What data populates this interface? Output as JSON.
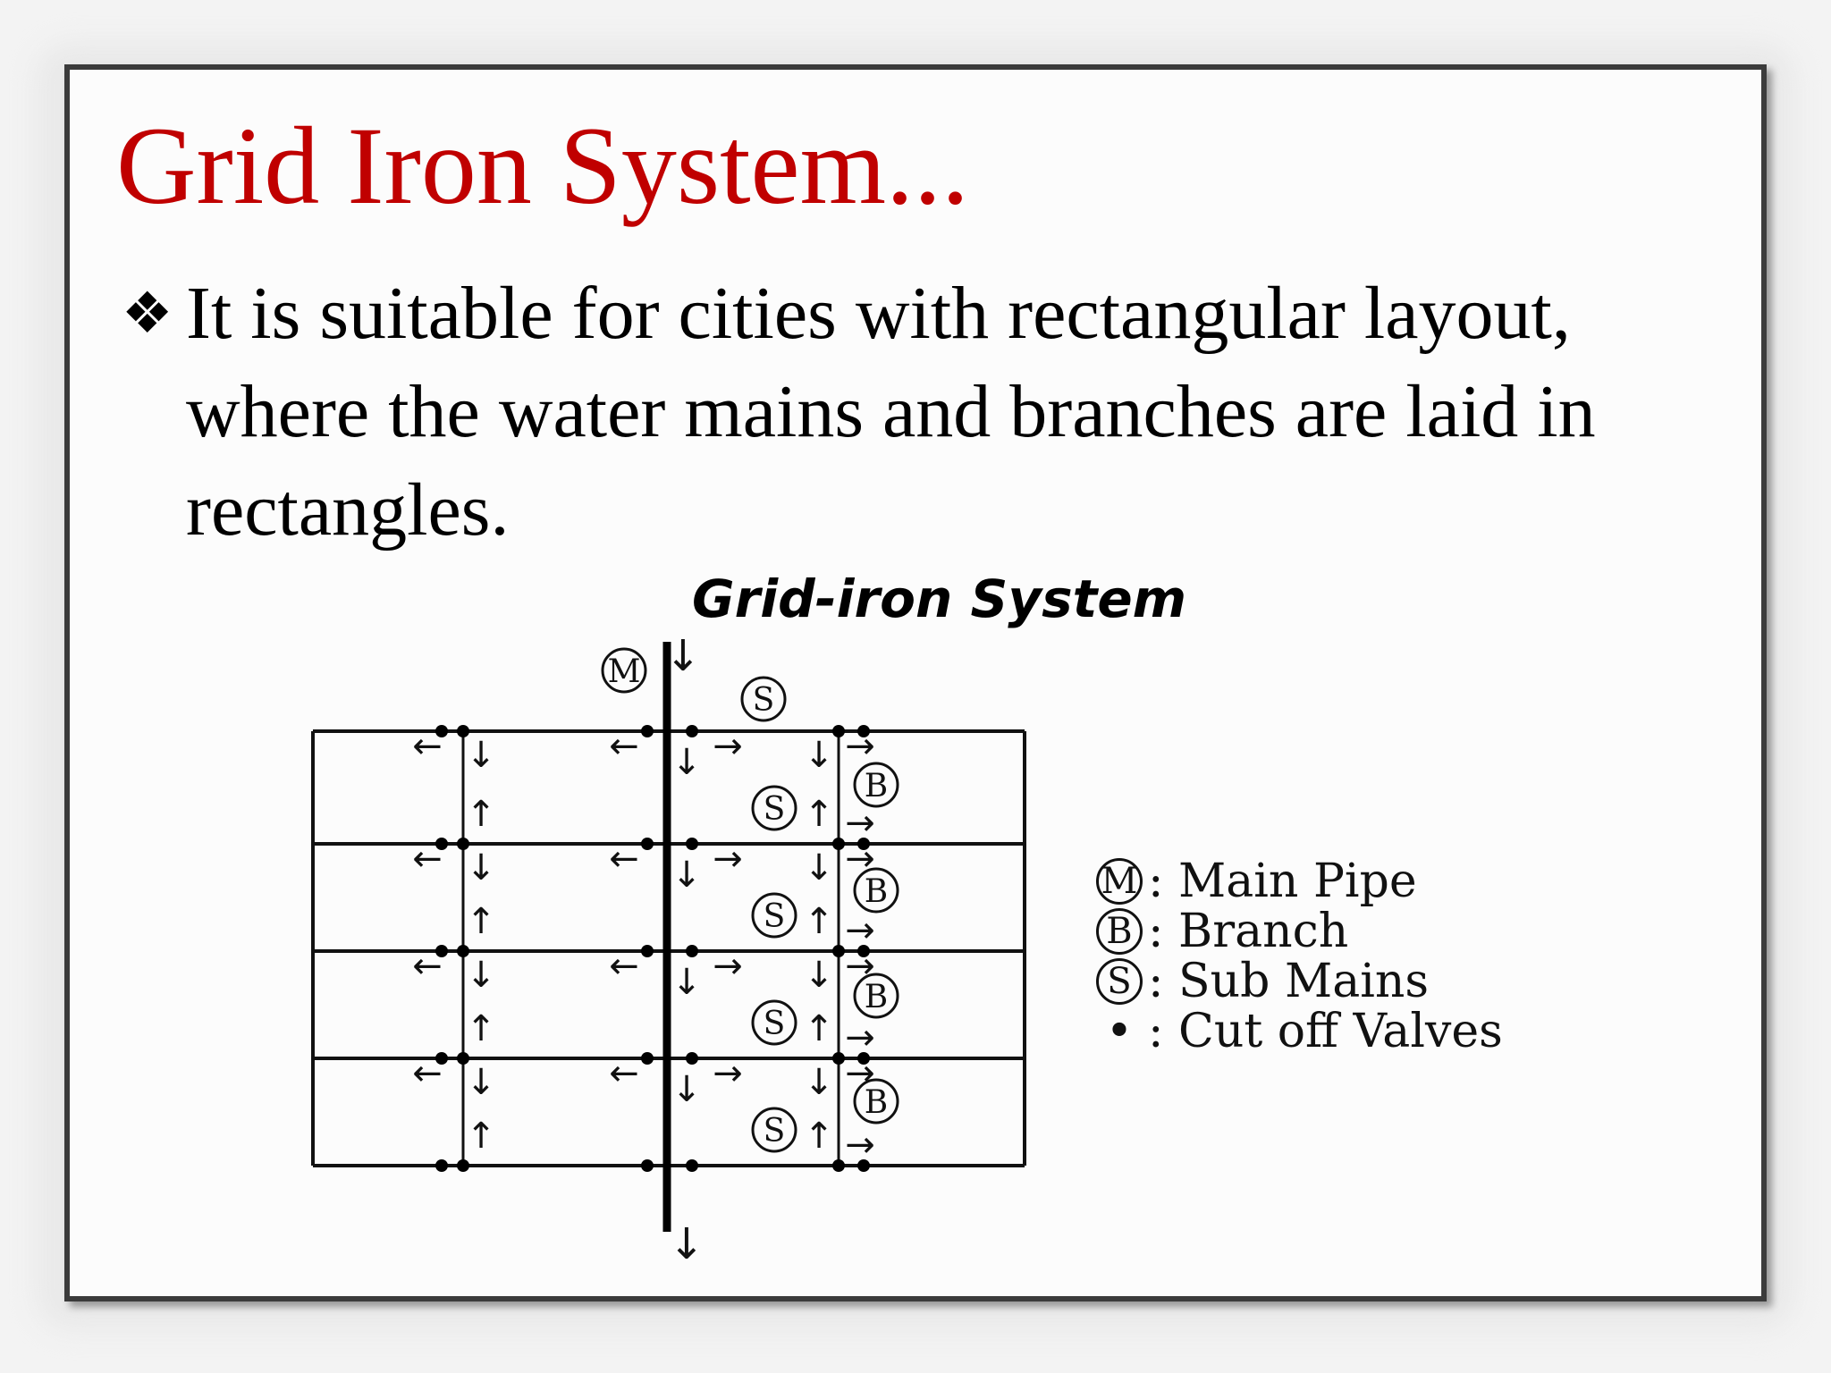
{
  "slide": {
    "title": "Grid Iron System...",
    "bullet_mark": "❖",
    "bullet_text": "It is suitable for cities with rectangular layout, where the water mains and branches are laid in rectangles."
  },
  "diagram": {
    "caption": "Grid-iron System",
    "labels": {
      "main": "M",
      "sub": "S",
      "branch": "B"
    },
    "legend": [
      {
        "symbol": "M",
        "text": ": Main Pipe"
      },
      {
        "symbol": "B",
        "text": ": Branch"
      },
      {
        "symbol": "S",
        "text": ": Sub Mains"
      },
      {
        "symbol": "•",
        "text": ": Cut off Valves"
      }
    ]
  }
}
